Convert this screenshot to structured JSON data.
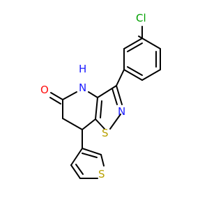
{
  "molecule": {
    "atoms": {
      "cl": "Cl",
      "nh_n": "N",
      "nh_h": "H",
      "o": "O",
      "n": "N",
      "s1": "S",
      "s2": "S"
    },
    "colors": {
      "bond": "#000000",
      "chlorine": "#00a000",
      "nitrogen": "#1a1aff",
      "oxygen": "#ff0d0d",
      "sulfur": "#b8a000"
    }
  }
}
